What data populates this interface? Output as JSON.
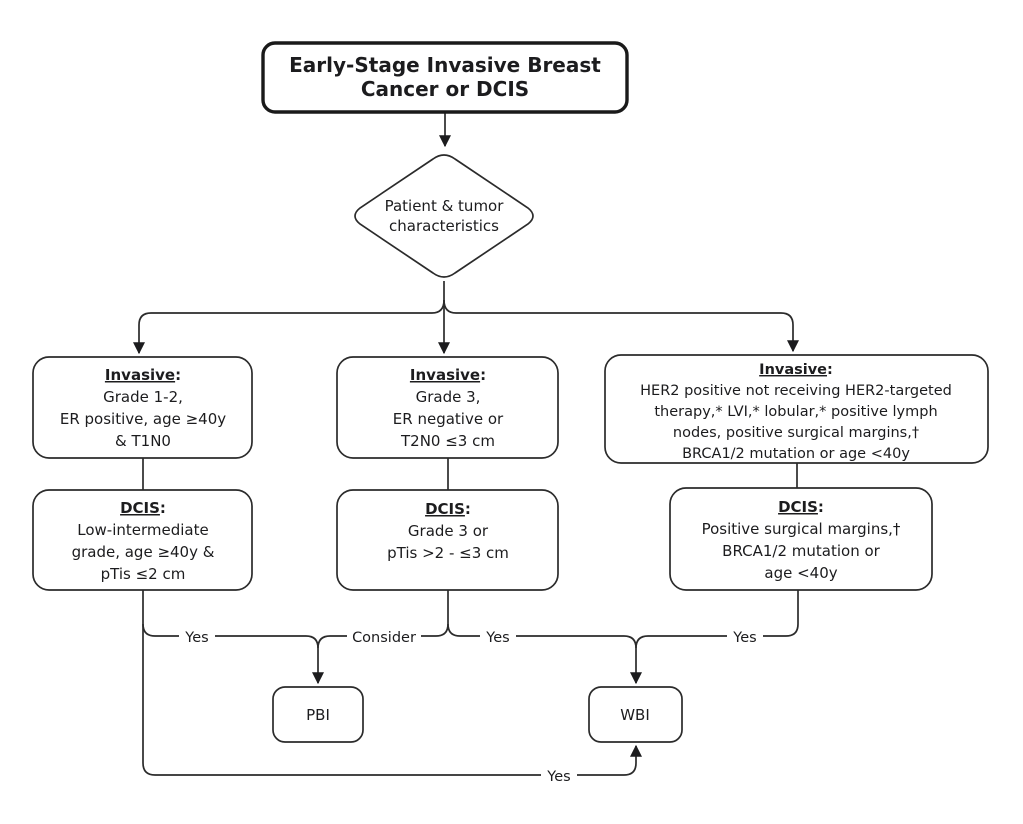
{
  "colors": {
    "background": "#ffffff",
    "line": "#2b2b2b",
    "text": "#1c1c1e"
  },
  "punct": {
    "colon": ":"
  },
  "title": {
    "line1": "Early-Stage Invasive Breast",
    "line2": "Cancer or DCIS"
  },
  "decision": {
    "line1": "Patient & tumor",
    "line2": "characteristics"
  },
  "nodes": {
    "left_invasive": {
      "heading": "Invasive",
      "lines": [
        "Grade 1-2,",
        "ER positive, age ≥40y",
        "& T1N0"
      ]
    },
    "mid_invasive": {
      "heading": "Invasive",
      "lines": [
        "Grade 3,",
        "ER negative or",
        "T2N0 ≤3 cm"
      ]
    },
    "right_invasive": {
      "heading": "Invasive",
      "lines": [
        "HER2 positive not receiving HER2-targeted",
        "therapy,* LVI,* lobular,* positive lymph",
        "nodes, positive surgical margins,†",
        "BRCA1/2 mutation or age <40y"
      ]
    },
    "left_dcis": {
      "heading": "DCIS",
      "lines": [
        "Low-intermediate",
        "grade, age ≥40y &",
        "pTis ≤2 cm"
      ]
    },
    "mid_dcis": {
      "heading": "DCIS",
      "lines": [
        "Grade 3 or",
        "pTis >2 - ≤3 cm"
      ]
    },
    "right_dcis": {
      "heading": "DCIS",
      "lines": [
        "Positive surgical margins,†",
        "BRCA1/2 mutation or",
        "age <40y"
      ]
    },
    "pbi": {
      "label": "PBI"
    },
    "wbi": {
      "label": "WBI"
    }
  },
  "edge_labels": {
    "left_to_pbi": "Yes",
    "mid_to_pbi": "Consider",
    "mid_to_wbi": "Yes",
    "right_to_wbi": "Yes",
    "left_to_wbi": "Yes"
  }
}
